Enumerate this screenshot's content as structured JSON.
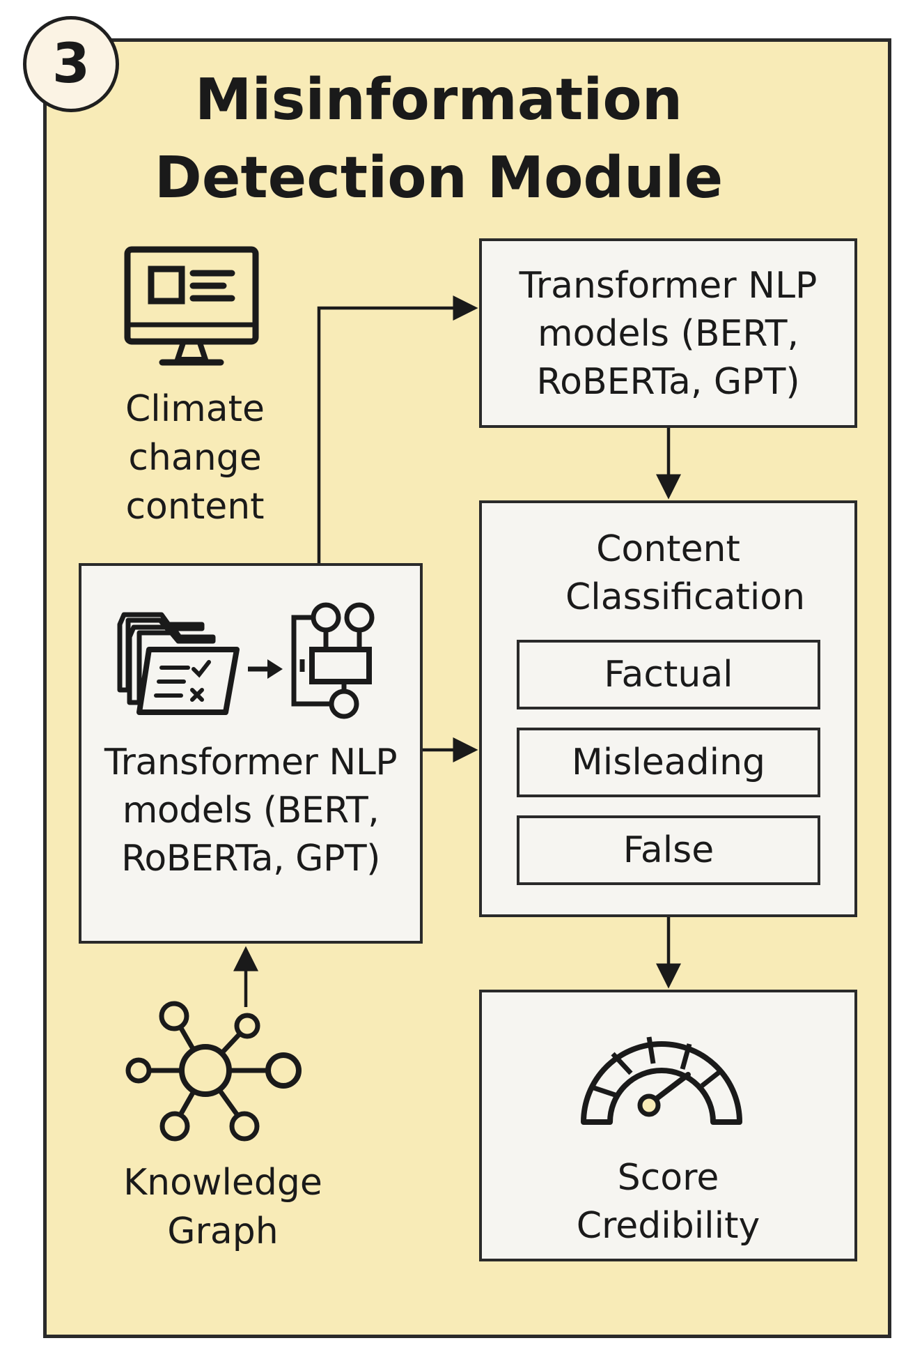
{
  "module": {
    "number": "3",
    "title": "Misinformation Detection Module"
  },
  "nodes": {
    "climate_content": {
      "label": "Climate change content",
      "icon": "monitor-icon"
    },
    "transformer_main": {
      "label": "Transformer NLP models (BERT, RoBERTa, GPT)",
      "icon": "documents-to-model-icon"
    },
    "transformer_top": {
      "label": "Transformer NLP models (BERT, RoBERTa, GPT)"
    },
    "content_classification": {
      "label": "Content Classification",
      "categories": [
        "Factual",
        "Misleading",
        "False"
      ]
    },
    "score_credibility": {
      "label": "Score Credibility",
      "icon": "gauge-icon"
    },
    "knowledge_graph": {
      "label": "Knowledge Graph",
      "icon": "network-graph-icon"
    }
  },
  "edges": [
    {
      "from": "transformer_main",
      "to": "transformer_top"
    },
    {
      "from": "transformer_main",
      "to": "content_classification"
    },
    {
      "from": "transformer_top",
      "to": "content_classification"
    },
    {
      "from": "content_classification",
      "to": "score_credibility"
    },
    {
      "from": "knowledge_graph",
      "to": "transformer_main"
    }
  ]
}
